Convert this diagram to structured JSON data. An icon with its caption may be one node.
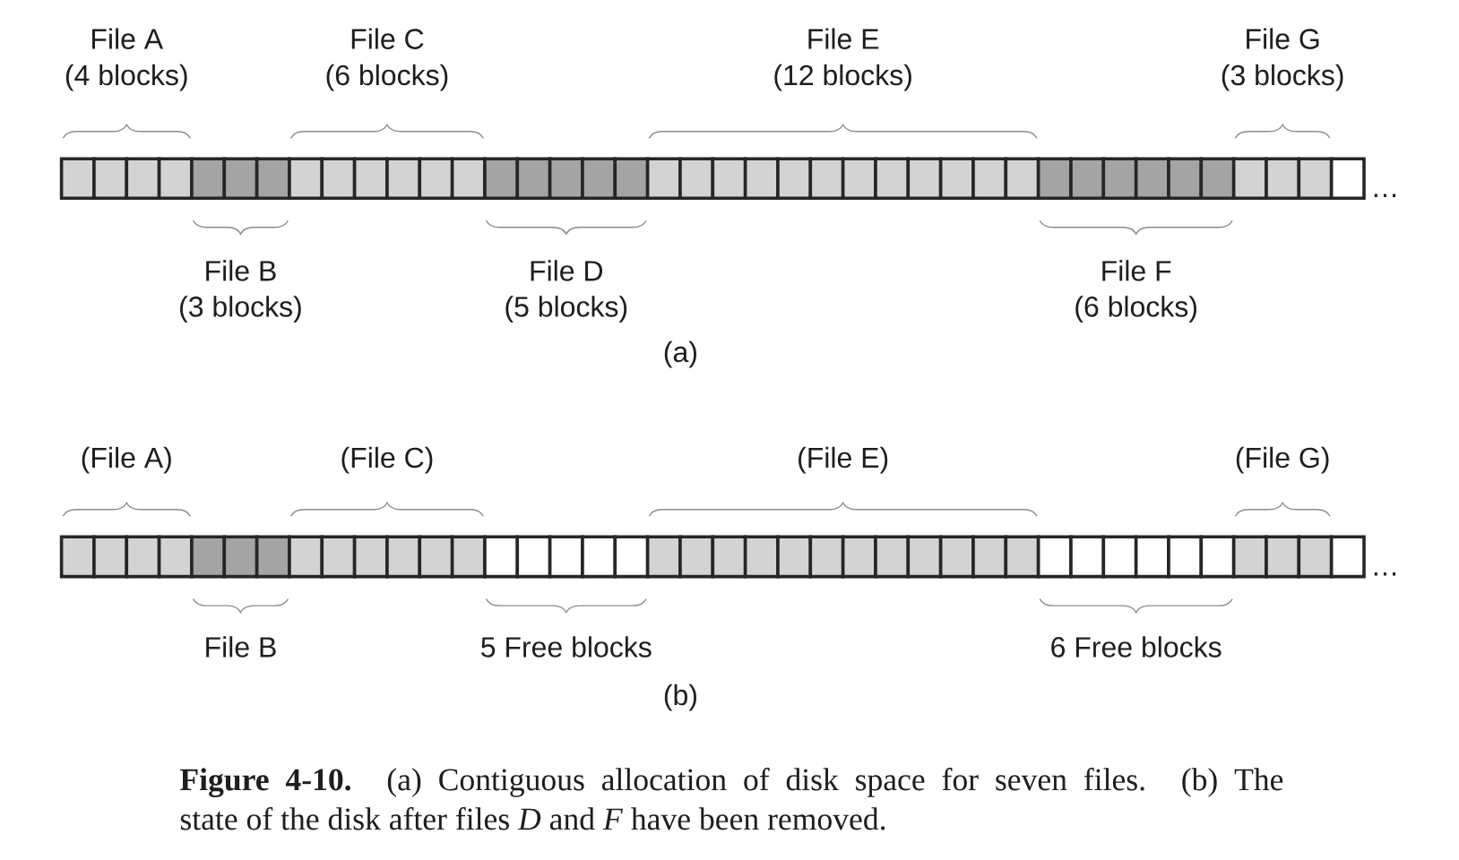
{
  "diagram": {
    "caption": "**Figure 4-10.** (a) Contiguous allocation of disk space for seven files. (b) The state of the disk after files *D* and *F* have been removed.",
    "labels": [
      "File A",
      "(4 blocks)",
      "File C",
      "(6 blocks)",
      "File E",
      "(12 blocks)",
      "File G",
      "(3 blocks)",
      "…",
      "File B",
      "(3 blocks)",
      "File D",
      "(5 blocks)",
      "File F",
      "(6 blocks)",
      "(a)",
      "(File A)",
      "(File C)",
      "(File E)",
      "(File G)",
      "…",
      "File B",
      "5 Free blocks",
      "6 Free blocks",
      "(b)"
    ]
  }
}
